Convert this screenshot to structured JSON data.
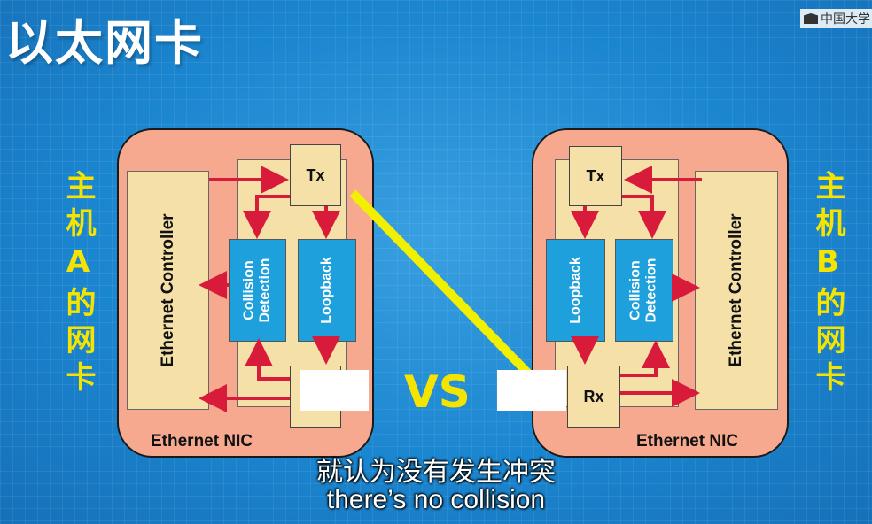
{
  "slide": {
    "title": "以太网卡",
    "logo_text": "中国大学",
    "host_a": "主机A的网卡",
    "host_b": "主机B的网卡",
    "vs": "VS",
    "colors": {
      "accent_yellow": "#f5e400",
      "nic_fill": "#f6a98e",
      "module_blue": "#1da0dc",
      "arrow_red": "#d81b3a"
    }
  },
  "nic_a": {
    "label": "Ethernet NIC",
    "controller": "Ethernet Controller",
    "collision": "Collision Detection",
    "loopback": "Loopback",
    "tx": "Tx",
    "rx": ""
  },
  "nic_b": {
    "label": "Ethernet NIC",
    "controller": "Ethernet Controller",
    "collision": "Collision Detection",
    "loopback": "Loopback",
    "tx": "Tx",
    "rx": "Rx"
  },
  "subtitle": {
    "chinese": "就认为没有发生冲突",
    "english": "there’s no collision"
  }
}
